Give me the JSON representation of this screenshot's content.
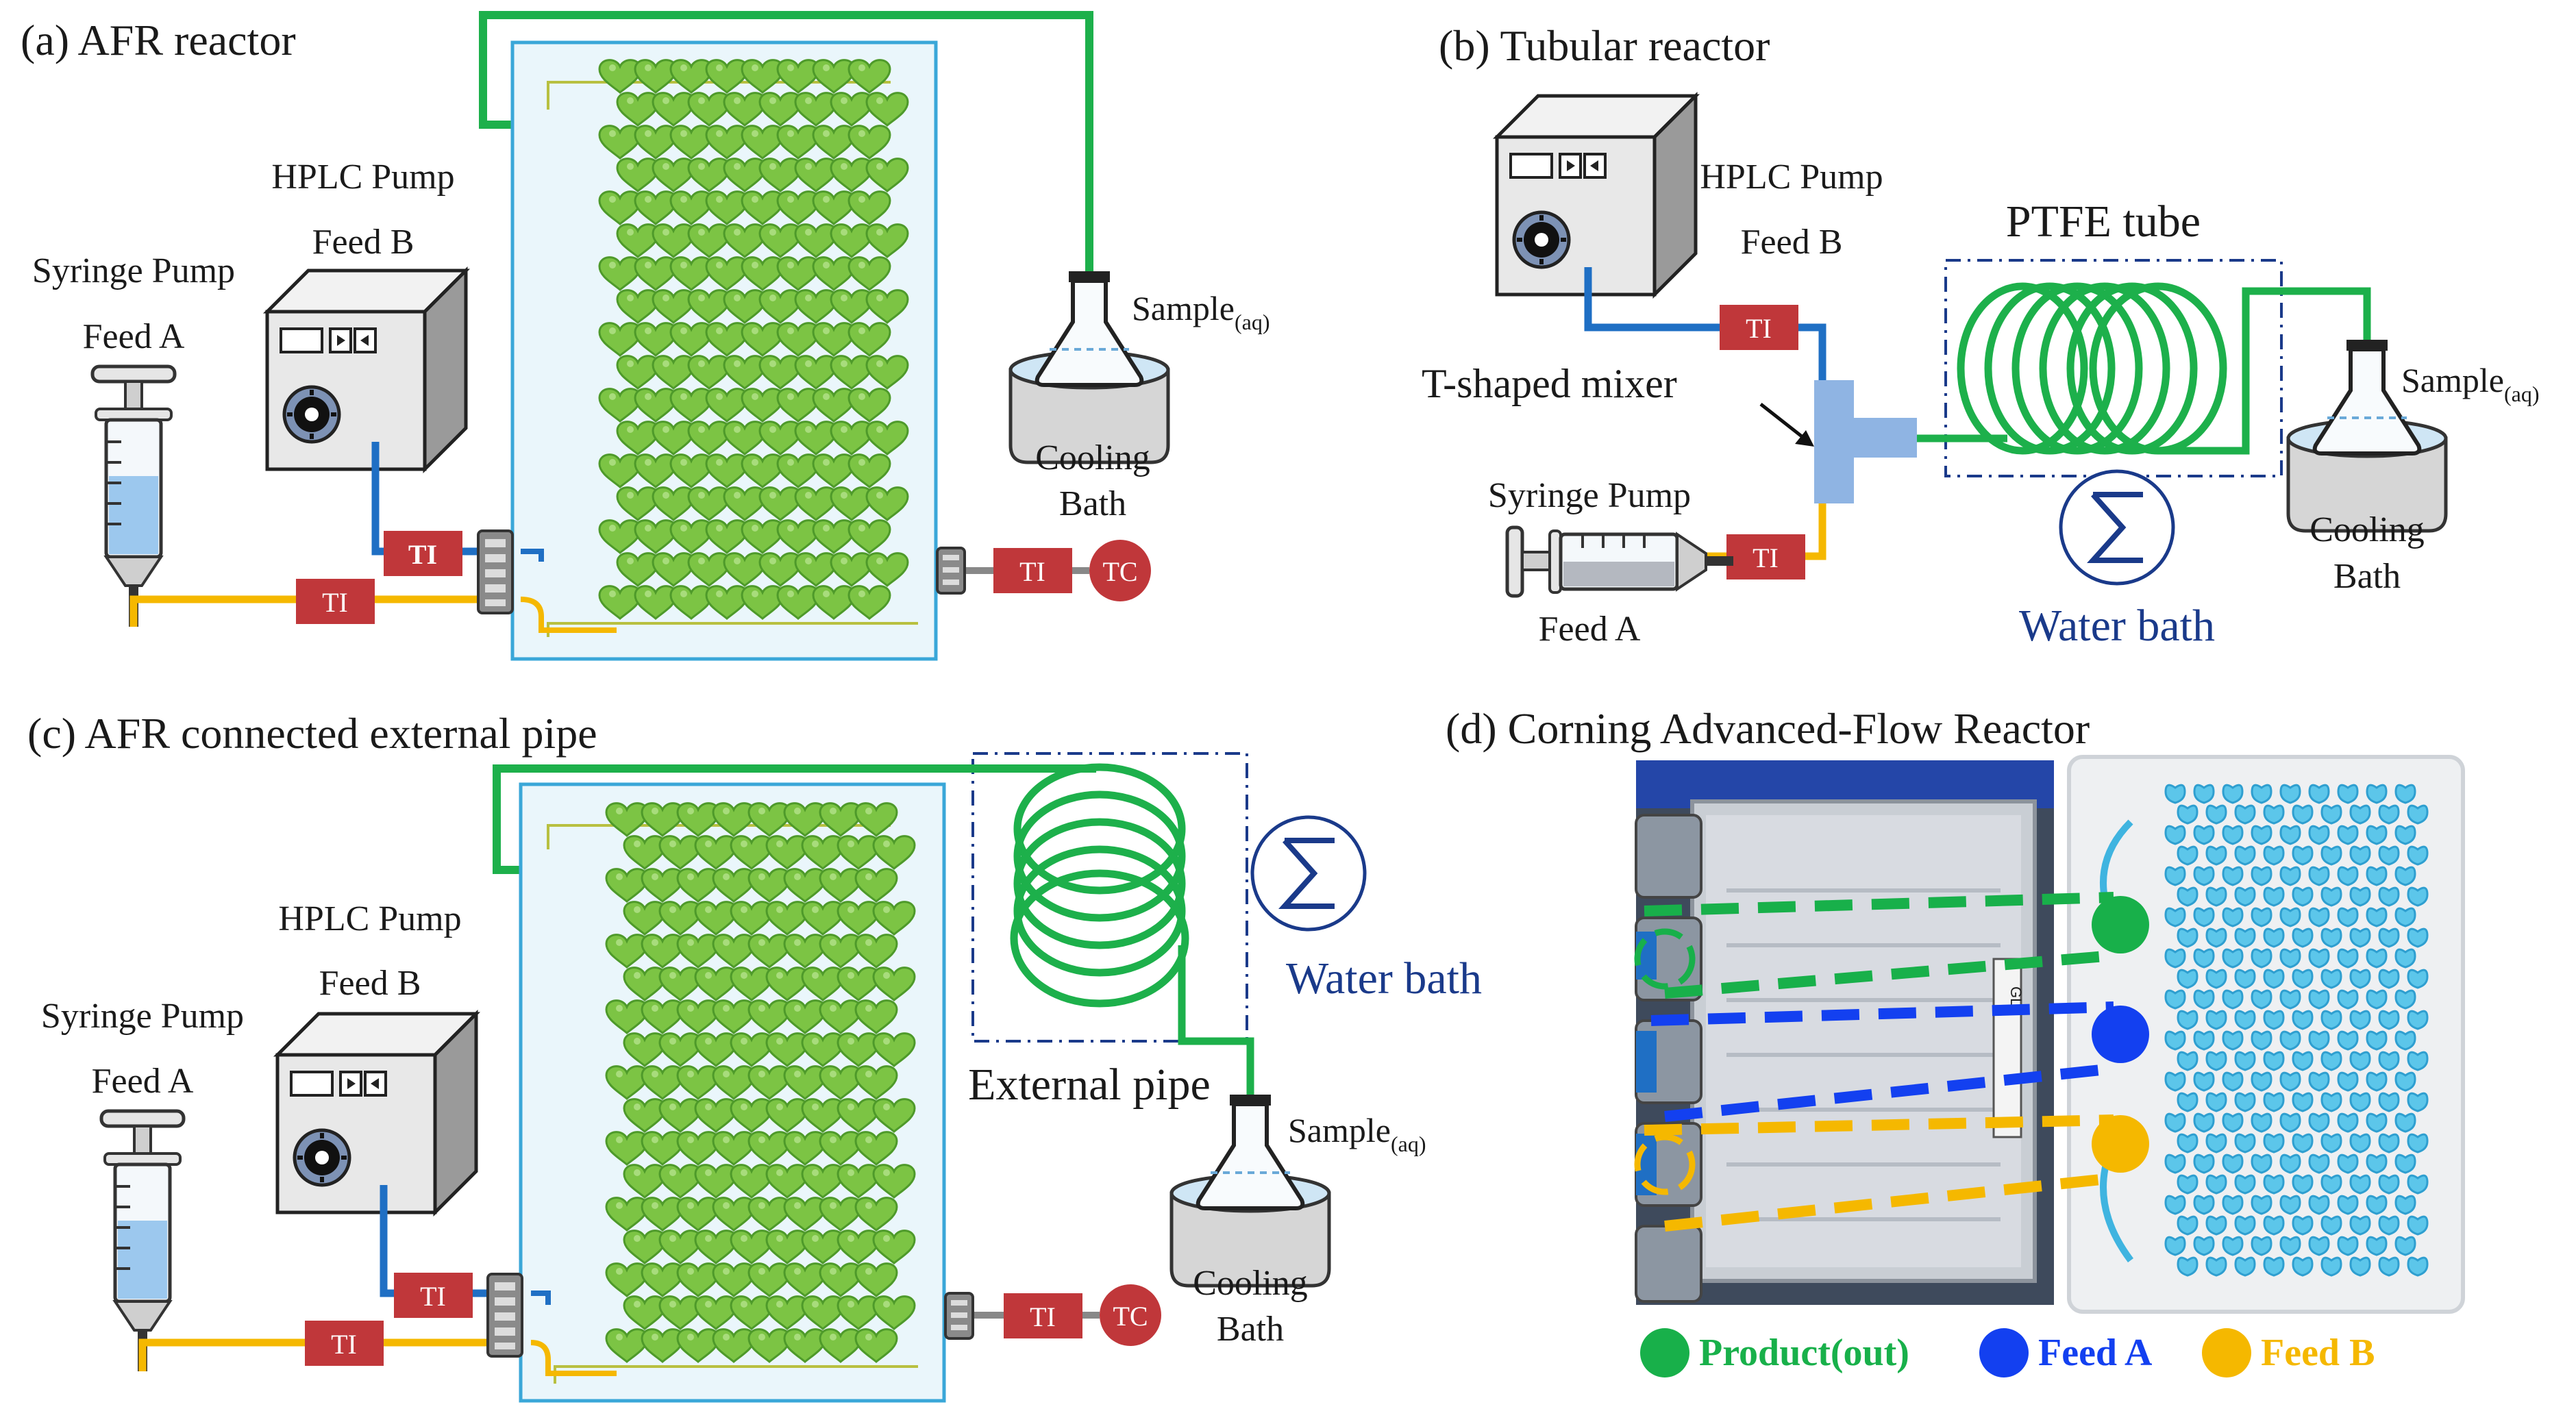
{
  "panels": {
    "a": {
      "title": "(a) AFR reactor",
      "hplc_pump": "HPLC Pump",
      "feed_b": "Feed B",
      "syringe_pump": "Syringe Pump",
      "feed_a": "Feed A",
      "ti": "TI",
      "tc": "TC",
      "sample": "Sample",
      "sample_sub": "(aq)",
      "cooling": "Cooling",
      "bath": "Bath"
    },
    "b": {
      "title": "(b) Tubular reactor",
      "hplc_pump": "HPLC Pump",
      "feed_b": "Feed B",
      "ptfe": "PTFE tube",
      "mixer": "T-shaped mixer",
      "syringe_pump": "Syringe Pump",
      "feed_a": "Feed A",
      "ti": "TI",
      "water_bath": "Water bath",
      "sample": "Sample",
      "sample_sub": "(aq)",
      "cooling": "Cooling",
      "bath": "Bath"
    },
    "c": {
      "title": "(c) AFR connected external pipe",
      "hplc_pump": "HPLC Pump",
      "feed_b": "Feed B",
      "syringe_pump": "Syringe Pump",
      "feed_a": "Feed A",
      "ti": "TI",
      "tc": "TC",
      "water_bath": "Water bath",
      "external_pipe": "External pipe",
      "sample": "Sample",
      "sample_sub": "(aq)",
      "cooling": "Cooling",
      "bath": "Bath"
    },
    "d": {
      "title": "(d) Corning Advanced-Flow Reactor",
      "legend": [
        {
          "label": "Product(out)",
          "color": "#18b04a"
        },
        {
          "label": "Feed A",
          "color": "#1340f0"
        },
        {
          "label": "Feed B",
          "color": "#f5b800"
        }
      ],
      "plate_code": "GLF"
    }
  },
  "colors": {
    "green_line": "#1db04b",
    "blue_line": "#1f6fc4",
    "yellow_line": "#f5b800",
    "ti_box": "#c0373a",
    "reactor_green": "#7cc444",
    "water_bath_dark": "#1a3a8a"
  },
  "icons": [
    "syringe-icon",
    "pump-icon",
    "flask-icon",
    "sigma-icon",
    "coil-icon",
    "reactor-chip-icon"
  ]
}
